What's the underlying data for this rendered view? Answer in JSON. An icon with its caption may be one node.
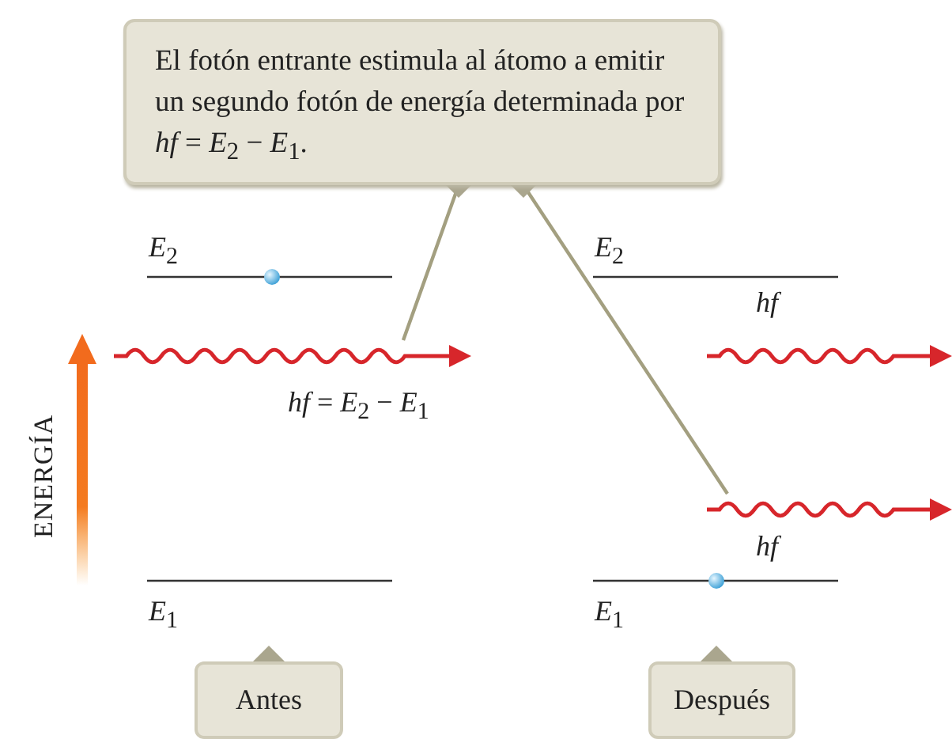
{
  "diagram": {
    "nodes": [
      {
        "text": [
          "El fotón entrante estimula al átomo a emitir un segundo fotón de energía determinada por *hf* = *E*$_{2}$ − *E*$_{1}$."
        ]
      },
      {
        "text": [],
        "shape": "wave",
        "beside": [
          "*hf* = *E*$_{2}$ − *E*$_{1}$"
        ]
      },
      {
        "text": [],
        "shape": "wave",
        "beside": [
          "*hf*"
        ]
      },
      {
        "text": [],
        "shape": "wave",
        "beside": [
          "*hf*"
        ]
      },
      {
        "text": [
          "Antes"
        ]
      },
      {
        "text": [
          "Después"
        ]
      }
    ],
    "edges": [
      {
        "from": 0,
        "to": 1,
        "arrow": "other"
      },
      {
        "from": 0,
        "to": 3,
        "arrow": "other"
      }
    ],
    "labels": [
      "*E*$_{2}$",
      "ENERGÍA",
      "*E*$_{1}$",
      "*E*$_{2}$",
      "*E*$_{1}$"
    ]
  }
}
